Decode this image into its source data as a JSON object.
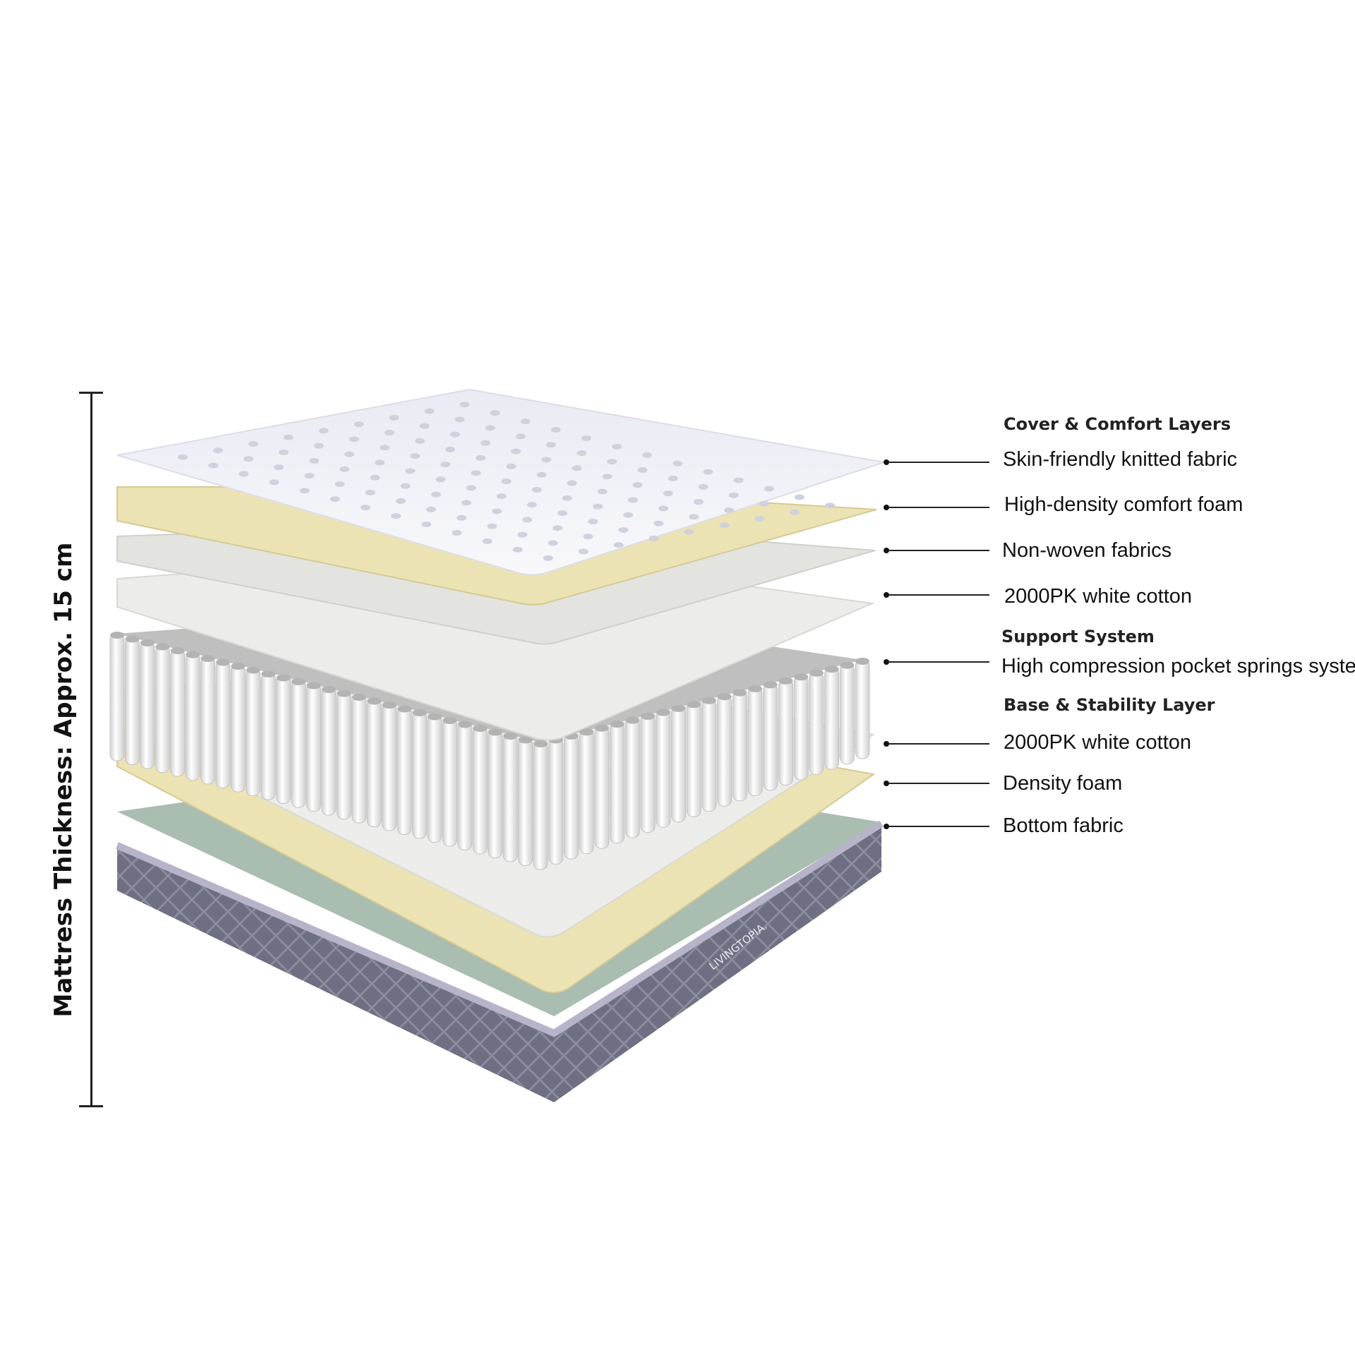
{
  "thickness_label": "Mattress Thickness: Approx. 15 cm",
  "brand": "LIVINGTOPIA.",
  "colors": {
    "cover": "#f3f4f8",
    "foam": "#ece3b4",
    "fabric": "#ecedea",
    "spring": "#e6e6e6",
    "base_top": "#a9bdb0",
    "base_side": "#6d6e80",
    "leader": "#222222"
  },
  "groups": [
    {
      "heading": "Cover & Comfort  Layers",
      "items": [
        "Skin-friendly knitted fabric",
        "High-density comfort foam",
        "Non-woven fabrics",
        "2000PK white cotton"
      ]
    },
    {
      "heading": "Support System",
      "items": [
        "High compression pocket springs system"
      ]
    },
    {
      "heading": "Base & Stability Layer",
      "items": [
        "2000PK white cotton",
        "Density foam",
        "Bottom fabric"
      ]
    }
  ]
}
